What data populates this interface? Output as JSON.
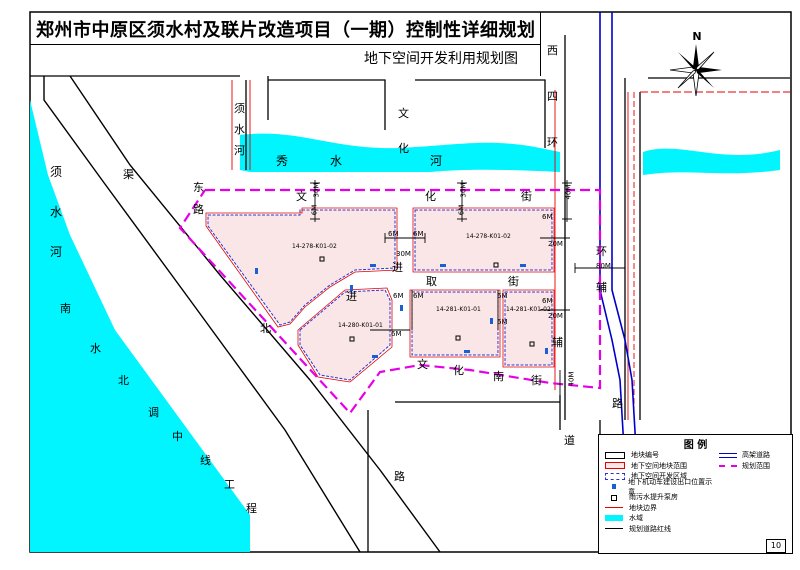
{
  "title": "郑州市中原区须水村及联片改造项目（一期）控制性详细规划",
  "subtitle": "地下空间开发利用规划图",
  "north_label": "N",
  "page_number": "10",
  "streets": {
    "xishui_he_left": [
      "须",
      "水",
      "河"
    ],
    "xishui_he_top": [
      "须",
      "水",
      "河"
    ],
    "xiushui_he": [
      "秀",
      "水",
      "河"
    ],
    "wenhua_jie": [
      "文",
      "化",
      "街"
    ],
    "wenhuanan_jie": [
      "文",
      "化",
      "南",
      "街"
    ],
    "xisi_huan": [
      "西",
      "四",
      "环"
    ],
    "xisi_huan_fulu": [
      "西",
      "四",
      "环",
      "辅",
      "路"
    ],
    "jinqu_jie": [
      "进",
      "取",
      "街"
    ],
    "qudong_lu": [
      "渠",
      "东",
      "路"
    ],
    "nanshui_beidiao": [
      "南",
      "水",
      "北",
      "调",
      "中",
      "线",
      "工",
      "程"
    ],
    "qubei_lu": [
      "渠",
      "北",
      "路"
    ],
    "daolu": [
      "道",
      "路"
    ]
  },
  "road_widths": {
    "w30": "30M",
    "w6": "6M",
    "w20": "20M",
    "w40": "40M",
    "w80": "80M"
  },
  "parcels": [
    {
      "code": "14-278-K01-02"
    },
    {
      "code": "14-278-K01-02"
    },
    {
      "code": "14-280-K01-01"
    },
    {
      "code": "14-281-K01-01"
    },
    {
      "code": "14-281-K01-02"
    }
  ],
  "legend": {
    "title": "图    例",
    "items": [
      {
        "label": "地块编号"
      },
      {
        "label": "地下空间地块范围"
      },
      {
        "label": "地下空间开发区域"
      },
      {
        "label": "地下机动车建设出口位置示意"
      },
      {
        "label": "雨污水提升泵房"
      },
      {
        "label": "地块边界"
      },
      {
        "label": "水域"
      },
      {
        "label": "规划道路红线"
      }
    ],
    "right_items": [
      {
        "label": "高架道路"
      },
      {
        "label": "规划范围"
      }
    ]
  },
  "colors": {
    "water": "#00ffff",
    "parcel_fill": "#fae6e6",
    "planning_boundary": "#e600e6",
    "road_red": "#e60000",
    "elevated_blue": "#0000cc",
    "underground_blue": "#3030d0"
  }
}
